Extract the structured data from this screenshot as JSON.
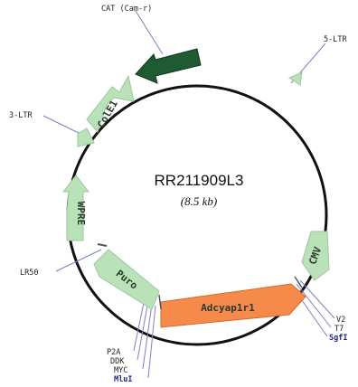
{
  "plasmid": {
    "name": "RR211909L3",
    "size": "(8.5 kb)"
  },
  "features": {
    "cat": "CAT (Cam-r)",
    "five_ltr": "5-LTR",
    "three_ltr": "3-LTR",
    "cole1": "ColE1",
    "wpre": "WPRE",
    "lr50": "LR50",
    "puro": "Puro",
    "cmv": "CMV",
    "adcyap1r1": "Adcyap1r1"
  },
  "sites_left": [
    "P2A",
    "DDK",
    "MYC",
    "MluI"
  ],
  "sites_right": [
    "V2",
    "T7",
    "SgfI"
  ],
  "colors": {
    "backbone": "#111111",
    "light_feature": "#b9e2b9",
    "dark_feature": "#1f5a33",
    "orf": "#f58a4b",
    "leader_line": "#7f7fbf"
  }
}
